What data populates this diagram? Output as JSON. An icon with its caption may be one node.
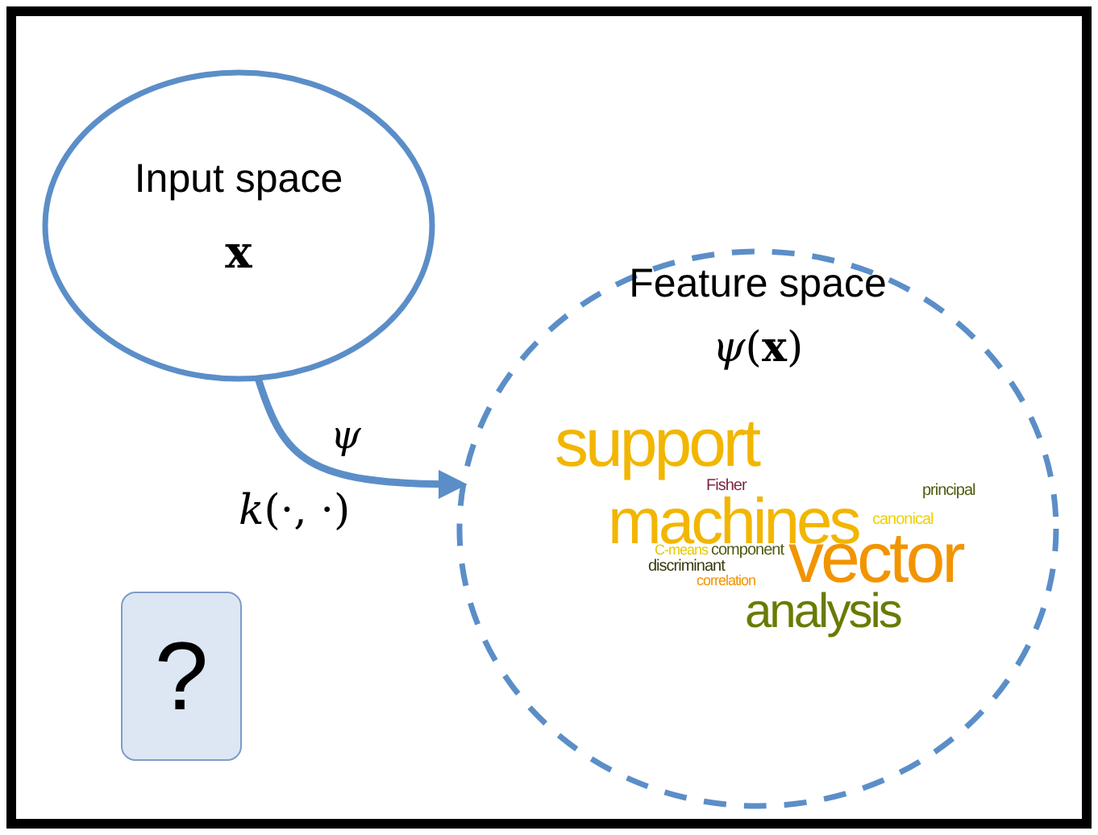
{
  "diagram": {
    "nodes": [
      {
        "text": [
          "Input space",
          "x"
        ]
      },
      {
        "text": [
          "Feature space",
          "*ψ*(**x**)"
        ]
      },
      {
        "text": [
          "?"
        ]
      }
    ],
    "edges": [
      {
        "from": 0,
        "to": 1,
        "arrow": "to",
        "label": "ψ"
      }
    ],
    "labels": [
      "*k*(·, ·)",
      "support",
      "Fisher",
      "principal",
      "machines",
      "canonical",
      "C-means",
      "component",
      "discriminant",
      "vector",
      "correlation",
      "analysis"
    ]
  }
}
